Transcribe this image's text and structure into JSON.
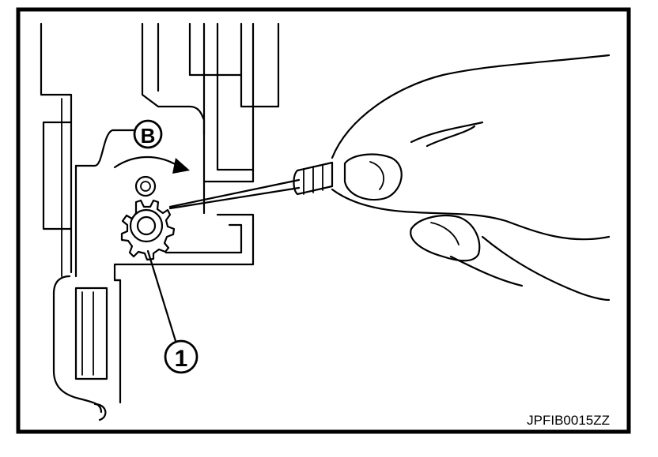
{
  "figure": {
    "callouts": {
      "arrow_label": "B",
      "part_label": "1"
    },
    "code": "JPFIB0015ZZ"
  }
}
